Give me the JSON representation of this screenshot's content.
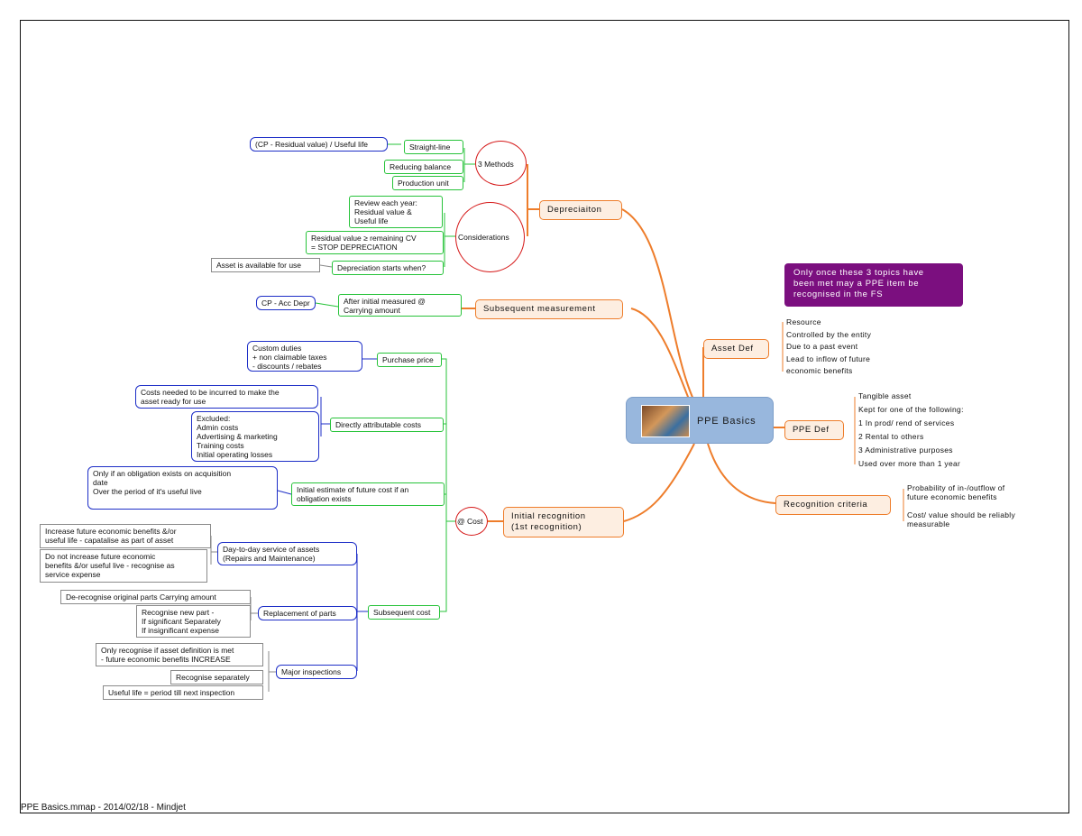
{
  "central": {
    "label": "PPE Basics"
  },
  "note": "Only once these 3 topics have\nbeen met may a PPE item be\nrecognised in the FS",
  "depreciation": {
    "label": "Depreciaiton",
    "methods": {
      "label": "3 Methods",
      "straight_line": "Straight-line",
      "straight_line_formula": "(CP - Residual value) / Useful life",
      "reducing_balance": "Reducing balance",
      "production_unit": "Production unit"
    },
    "considerations": {
      "label": "Considerations",
      "review": "Review each year:\nResidual value &\nUseful life",
      "residual": "Residual value ≥ remaining CV\n= STOP DEPRECIATION",
      "starts_when": "Depreciation starts when?",
      "available": "Asset is available for use"
    }
  },
  "subsequent_measurement": {
    "label": "Subsequent measurement",
    "after_initial": "After initial measured @\nCarrying amount",
    "cp_acc": "CP - Acc Depr"
  },
  "initial_recognition": {
    "label": "Initial recognition\n(1st recognition)",
    "at_cost": "@ Cost",
    "purchase_price": "Purchase price",
    "custom_duties": "Custom duties\n+ non claimable taxes\n- discounts / rebates",
    "directly_attributable": "Directly attributable costs",
    "costs_needed": "Costs needed to be incurred to make the\nasset ready for use",
    "excluded": "Excluded:\nAdmin costs\nAdvertising & marketing\nTraining costs\nInitial operating losses",
    "initial_estimate": "Initial estimate of future cost if an\nobligation exists",
    "obligation": "Only if an obligation exists on acquisition\ndate\nOver the period of it's useful live",
    "subsequent_cost": "Subsequent cost",
    "day_to_day": "Day-to-day service of assets\n(Repairs and Maintenance)",
    "increase_benefits": "Increase future economic benefits &/or\nuseful life - capatalise as part of asset",
    "not_increase": "Do not increase future economic\nbenefits &/or useful live - recognise as\nservice expense",
    "replacement": "Replacement of parts",
    "derecognise": "De-recognise original parts Carrying amount",
    "recognise_new": "Recognise new part -\nIf significant  Separately\nIf insignificant  expense",
    "major_inspections": "Major inspections",
    "only_recognise": "Only recognise if asset definition is met\n- future economic benefits INCREASE",
    "recognise_separately": "Recognise separately",
    "useful_life_period": "Useful life = period till next inspection"
  },
  "asset_def": {
    "label": "Asset Def",
    "items": "Resource\nControlled by the entity\nDue to a past event\nLead to inflow of future\neconomic benefits"
  },
  "ppe_def": {
    "label": "PPE Def",
    "items": "Tangible asset\nKept for one of the following:\n1  In prod/ rend of services\n2  Rental to others\n3  Administrative purposes\nUsed over more than 1 year"
  },
  "recognition_criteria": {
    "label": "Recognition criteria",
    "items": "Probability of in-/outflow of\nfuture economic benefits\n\nCost/ value should be reliably\nmeasurable"
  },
  "footer": "PPE Basics.mmap - 2014/02/18 - Mindjet",
  "colors": {
    "orange": "#ee7d2b",
    "green": "#27c33a",
    "blue": "#1d2ec7",
    "red": "#d51818",
    "gray": "#8a8a8a",
    "purple": "#7b0f7f",
    "central": "#98b7dd"
  }
}
